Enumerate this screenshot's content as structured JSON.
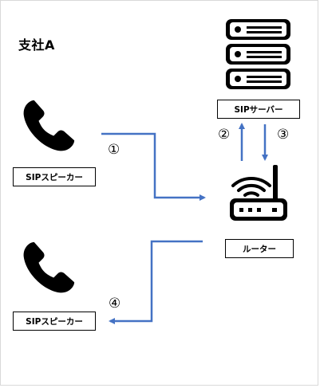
{
  "title": "支社A",
  "nodes": {
    "sip_server": "SIPサーバー",
    "speaker_top": "SIPスピーカー",
    "router": "ルーター",
    "speaker_bottom": "SIPスピーカー"
  },
  "steps": [
    "①",
    "②",
    "③",
    "④"
  ],
  "colors": {
    "arrow": "#4472c4",
    "icon": "#000000",
    "border": "#000000"
  },
  "icons": [
    "server-icon",
    "phone-icon",
    "router-icon"
  ]
}
